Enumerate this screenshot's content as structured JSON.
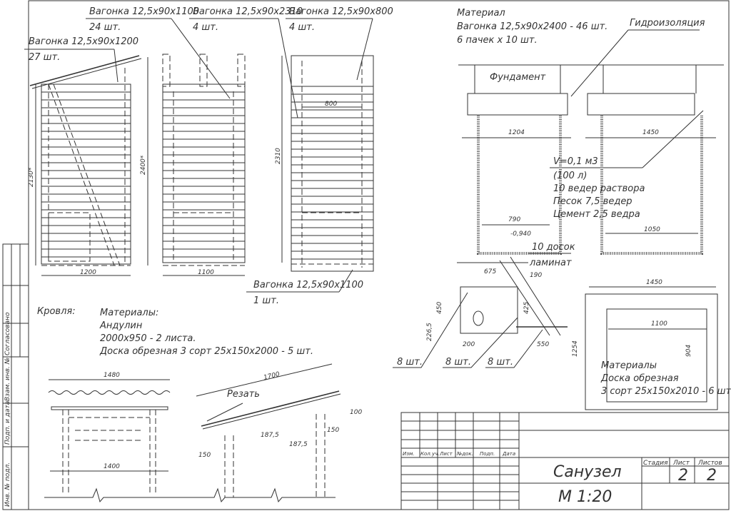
{
  "labels": {
    "wall_1200": {
      "name": "Вагонка 12,5х90х1200",
      "qty": "27 шт."
    },
    "wall_1100_top": {
      "name": "Вагонка 12,5х90х1100",
      "qty": "24 шт."
    },
    "wall_2310": {
      "name": "Вагонка 12,5х90х2310",
      "qty": "4 шт."
    },
    "wall_800": {
      "name": "Вагонка 12,5х90х800",
      "qty": "4 шт."
    },
    "wall_1100_bottom": {
      "name": "Вагонка 12,5х90х1100",
      "qty": "1 шт."
    }
  },
  "material_top": {
    "title": "Материал",
    "line1": "Вагонка 12,5х90х2400 - 46 шт.",
    "line2": "6 пачек х 10 шт."
  },
  "foundation": {
    "waterproofing": "Гидроизоляция",
    "foundation_label": "Фундамент",
    "volume": "V=0,1 м3",
    "liters": "(100 л)",
    "mortar": "10 ведер раствора",
    "sand": "Песок 7,5 ведер",
    "cement": "Цемент 2,5 ведра"
  },
  "dimensions": {
    "d1200": "1200",
    "d2130": "2130*",
    "d2400": "2400*",
    "d1100": "1100",
    "d2310": "2310",
    "d800": "800",
    "d1204": "1204",
    "d1450": "1450",
    "d790": "790",
    "d0940": "-0,940",
    "d1050": "1050",
    "d675": "675",
    "d190": "190",
    "d450": "450",
    "d2265": "226,5",
    "d425": "425",
    "d200": "200",
    "d550": "550",
    "d1254": "1254",
    "d1450b": "1450",
    "d1100b": "1100",
    "d904": "904",
    "d1480": "1480",
    "d1400": "1400",
    "d1700": "1700",
    "d100": "100",
    "d150a": "150",
    "d150b": "150",
    "d1875a": "187,5",
    "d1875b": "187,5"
  },
  "seat": {
    "boards": "10 досок",
    "laminate": "ламинат",
    "qty1": "8 шт.",
    "qty2": "8 шт.",
    "qty3": "8 шт."
  },
  "floor_materials": {
    "title": "Материалы",
    "line1": "Доска обрезная",
    "line2": "3 сорт 25х150х2010 - 6 шт."
  },
  "roof": {
    "heading": "Кровля:",
    "title": "Материалы:",
    "line1": "Андулин",
    "line2": "2000х950 - 2 листа.",
    "line3": "Доска обрезная 3 сорт 25х150х2000 - 5 шт.",
    "cut": "Резать"
  },
  "side_stamp": [
    "Согласовано",
    "Взам. инв. №",
    "Подп. и дата",
    "Инв. № подл."
  ],
  "title_block": {
    "cols": [
      "Изм.",
      "Кол.уч.",
      "Лист",
      "№док.",
      "Подп.",
      "Дата"
    ],
    "name": "Санузел",
    "scale": "М 1:20",
    "stage_label": "Стадия",
    "sheet_label": "Лист",
    "sheets_label": "Листов",
    "sheet": "2",
    "sheets": "2"
  }
}
